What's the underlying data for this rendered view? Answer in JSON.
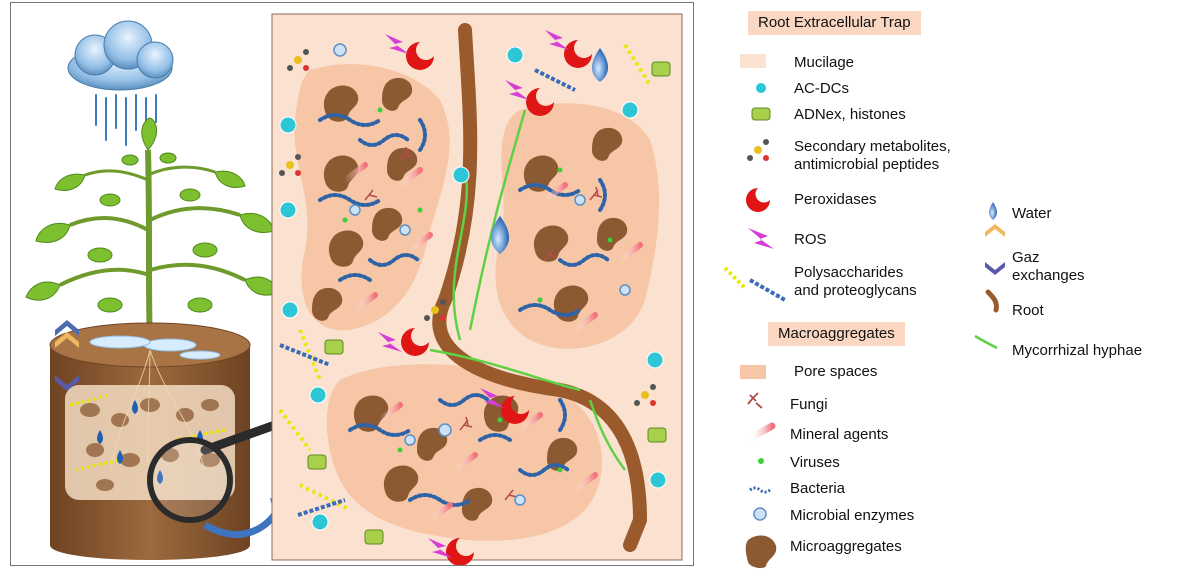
{
  "trap_header": "Root Extracellular Trap",
  "trap_items": [
    {
      "label": "Mucilage",
      "icon": "mucilage-swatch-icon"
    },
    {
      "label": "AC-DCs",
      "icon": "ac-dc-cell-icon"
    },
    {
      "label": "ADNex, histones",
      "icon": "dna-histone-icon"
    },
    {
      "label": "Secondary metabolites,\nantimicrobial peptides",
      "icon": "molecule-icon"
    },
    {
      "label": "Peroxidases",
      "icon": "crescent-icon"
    },
    {
      "label": "ROS",
      "icon": "lightning-icon"
    },
    {
      "label": "Polysaccharides\nand proteoglycans",
      "icon": "polysaccharide-chain-icon"
    }
  ],
  "macro_header": "Macroaggregates",
  "macro_items": [
    {
      "label": "Pore spaces",
      "icon": "pore-swatch-icon"
    },
    {
      "label": "Fungi",
      "icon": "fungi-icon"
    },
    {
      "label": "Mineral agents",
      "icon": "mineral-streak-icon"
    },
    {
      "label": "Viruses",
      "icon": "virus-dot-icon"
    },
    {
      "label": "Bacteria",
      "icon": "bacteria-chain-icon"
    },
    {
      "label": "Microbial enzymes",
      "icon": "enzyme-icon"
    },
    {
      "label": "Microaggregates",
      "icon": "microaggregate-icon"
    }
  ],
  "other_items": [
    {
      "label": "Water",
      "icon": "water-drop-icon"
    },
    {
      "label": "Gaz\nexchanges",
      "icon": "gas-exchange-icon"
    },
    {
      "label": "Root",
      "icon": "root-icon"
    },
    {
      "label": "Mycorrhizal hyphae",
      "icon": "hyphae-icon"
    }
  ],
  "colors": {
    "mucilage": "#fbe1d0",
    "pore": "#f6c6a6",
    "microaggregate": "#8b5a33",
    "root": "#9a5a2b",
    "soil_top": "#8a5830",
    "bacteria": "#2f63a8",
    "peroxidase": "#e01515",
    "ros": "#d63ed6",
    "water": "#1f63b8",
    "hyphae": "#5fd145",
    "virus": "#3ccf38",
    "fungi": "#b44a4a",
    "ac_dc": "#2cc6d6",
    "header_bg": "#fad7c2"
  }
}
